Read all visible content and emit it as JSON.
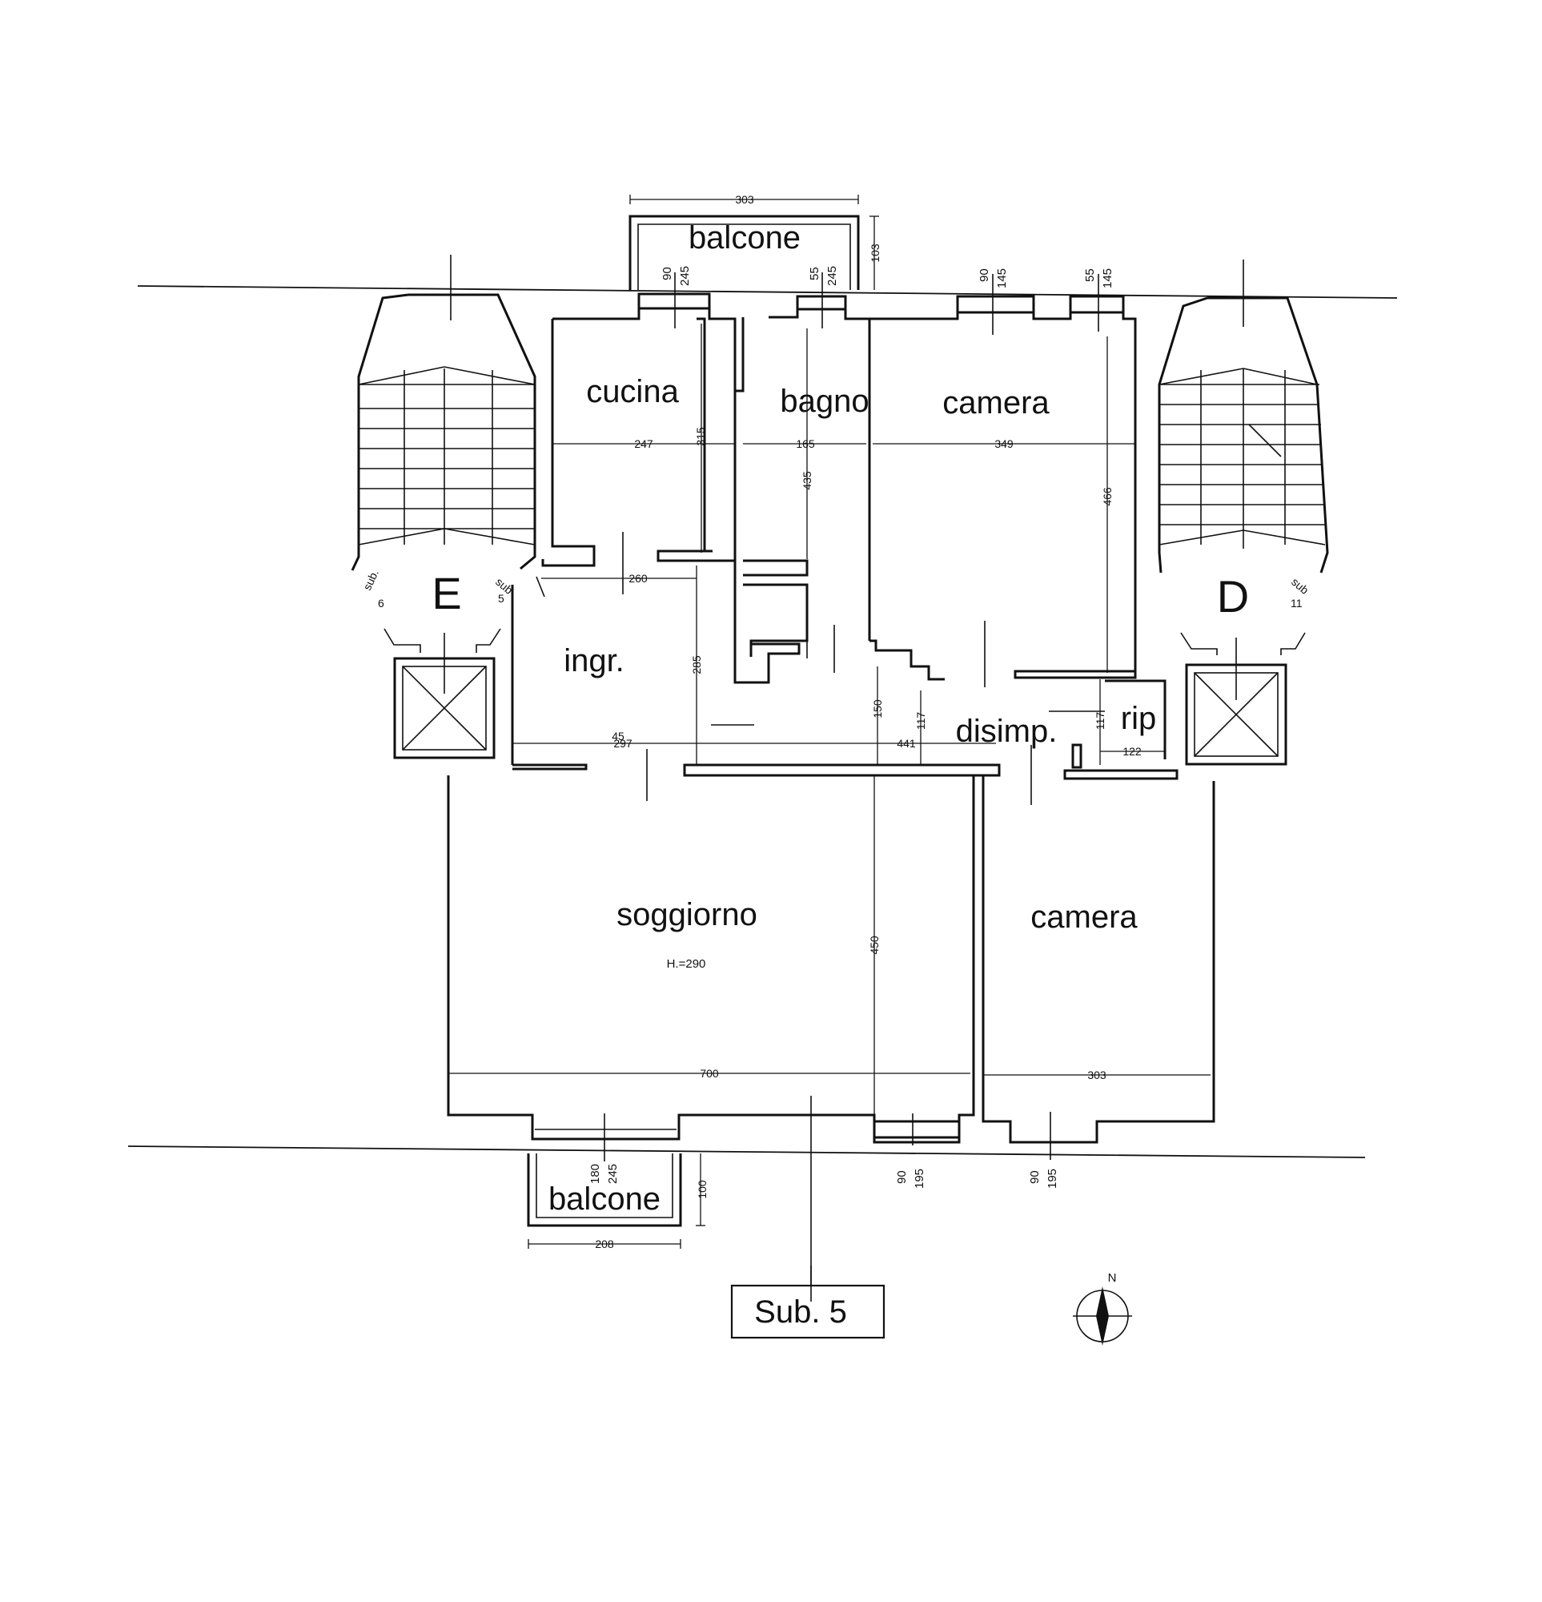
{
  "rooms": {
    "balcone_top": "balcone",
    "cucina": "cucina",
    "bagno": "bagno",
    "camera_top": "camera",
    "ingr": "ingr.",
    "disimp": "disimp.",
    "rip": "rip",
    "soggiorno": "soggiorno",
    "soggiorno_height": "H.=290",
    "camera_bottom": "camera",
    "balcone_bottom": "balcone"
  },
  "stairs": {
    "left": {
      "letter": "E",
      "sub_a_top": "sub.",
      "sub_a_num": "6",
      "sub_b_top": "sub",
      "sub_b_num": "5"
    },
    "right": {
      "letter": "D",
      "sub_top": "sub",
      "sub_num": "11"
    }
  },
  "dimensions": {
    "balcone_top_width": "303",
    "balcone_top_depth": "103",
    "cucina_width": "247",
    "cucina_depth": "315",
    "bagno_width": "165",
    "bagno_depth": "435",
    "camera_top_width": "349",
    "camera_top_depth": "466",
    "ingr_top": "260",
    "ingr_depth": "285",
    "corridor_a": "297",
    "corridor_b": "441",
    "disimp_a": "150",
    "disimp_b": "117",
    "rip_height": "117",
    "rip_width": "122",
    "soggiorno_depth": "450",
    "soggiorno_width": "700",
    "camera_bottom_width": "303",
    "balcone_bottom_width": "208",
    "balcone_bottom_depth": "100",
    "small_mark": "45"
  },
  "windows": {
    "w_cucina": {
      "top": "90",
      "bottom": "245"
    },
    "w_bagno": {
      "top": "55",
      "bottom": "245"
    },
    "w_camera_top_1": {
      "top": "90",
      "bottom": "145"
    },
    "w_camera_top_2": {
      "top": "55",
      "bottom": "145"
    },
    "w_balcone_bottom": {
      "top": "180",
      "bottom": "245"
    },
    "w_soggiorno": {
      "top": "90",
      "bottom": "195"
    },
    "w_camera_bottom": {
      "top": "90",
      "bottom": "195"
    }
  },
  "labels": {
    "unit_tag": "Sub. 5",
    "north": "N"
  }
}
